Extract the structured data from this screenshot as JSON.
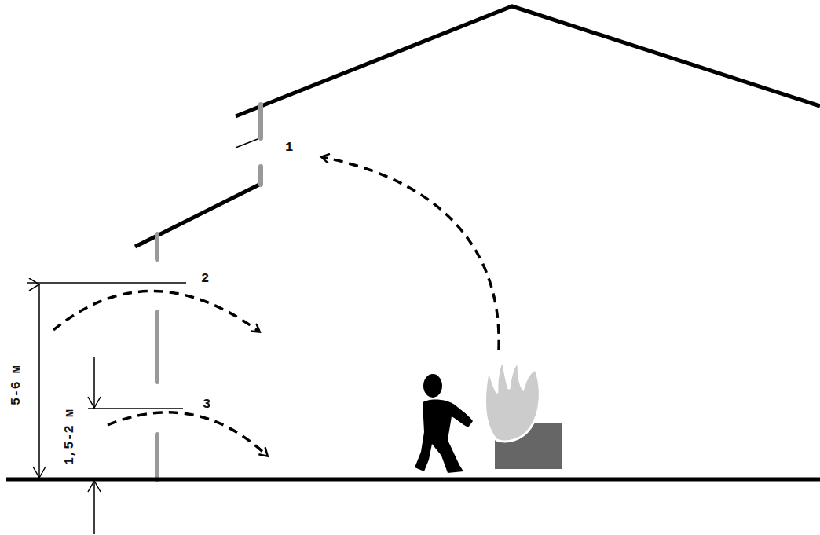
{
  "diagram": {
    "labels": [
      "1",
      "2",
      "3",
      "5-6 м",
      "1,5-2 м"
    ]
  }
}
